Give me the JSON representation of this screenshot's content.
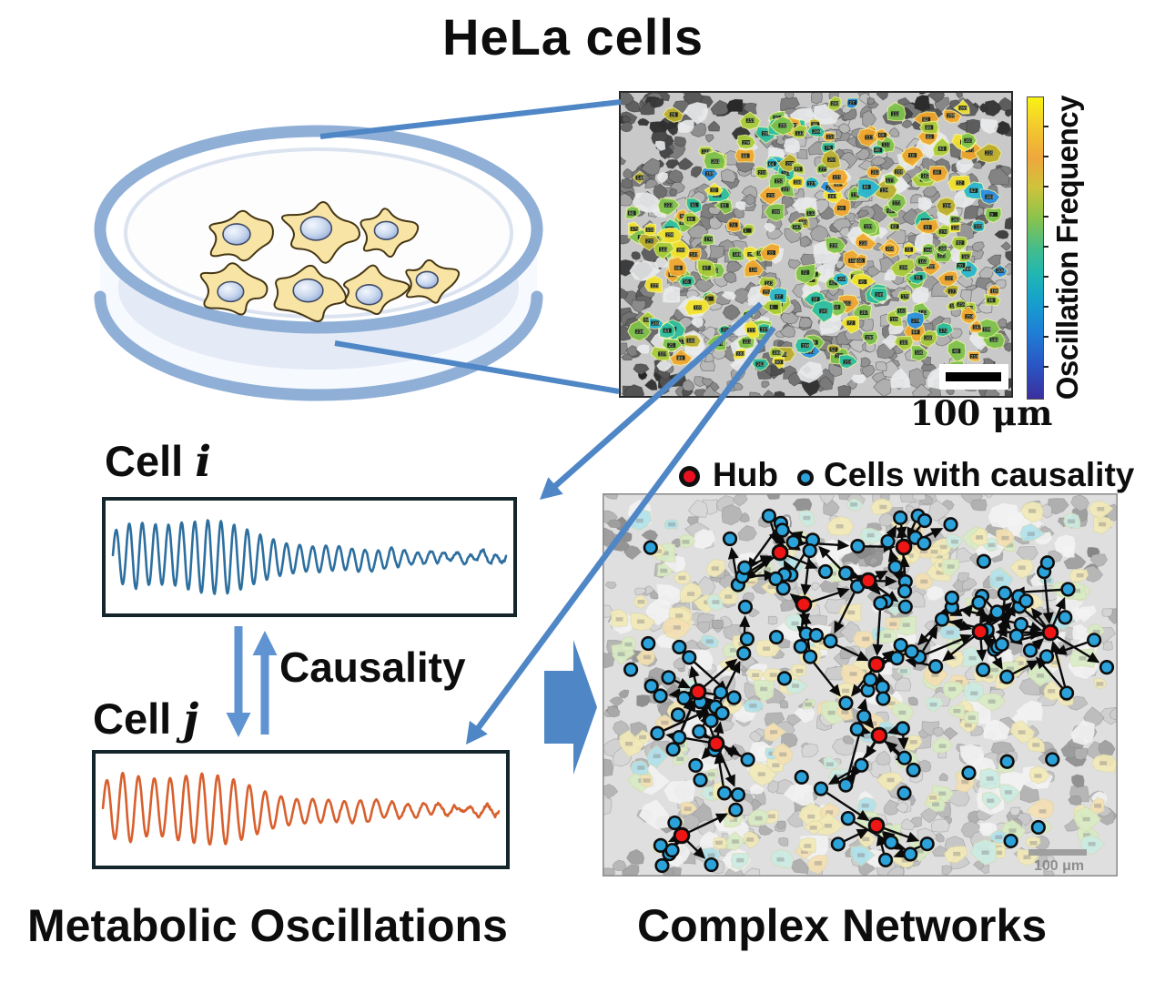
{
  "figure": {
    "title": "HeLa cells"
  },
  "micrograph_panel": {
    "scale_label": "100 μm",
    "colorbar_label": "Oscillation Frequency",
    "cell_palette": [
      "#7dc24b",
      "#a8cb3a",
      "#f2e12c",
      "#f0a72e",
      "#2cbfa0",
      "#29b7d0",
      "#2a8fe0",
      "#bcae2e"
    ]
  },
  "oscillation_panel": {
    "cell_i_word": "Cell",
    "cell_i_letter": "i",
    "cell_j_word": "Cell",
    "cell_j_letter": "j",
    "causality_label": "Causality",
    "caption": "Metabolic Oscillations",
    "wave_i_color": "#2d6f9f",
    "wave_j_color": "#d8602e",
    "wave_i_cycles": 30,
    "wave_j_cycles": 25
  },
  "network_panel": {
    "caption": "Complex Networks",
    "scale_label": "100 μm",
    "legend": {
      "hub_label": "Hub",
      "hub_color": "#ea1020",
      "cells_label": "Cells with causality",
      "cells_color": "#2ba3da"
    },
    "node_color": "#2ba3da",
    "hub_color": "#ee1515",
    "edge_color": "#0a0a0a",
    "hubs": [
      [
        195,
        65
      ],
      [
        292,
        96
      ],
      [
        331,
        59
      ],
      [
        221,
        122
      ],
      [
        415,
        152
      ],
      [
        301,
        188
      ],
      [
        105,
        218
      ],
      [
        125,
        275
      ],
      [
        304,
        266
      ],
      [
        301,
        365
      ],
      [
        87,
        376
      ],
      [
        492,
        153
      ]
    ],
    "free_node_count": 38,
    "chain_edge_count": 42
  },
  "style": {
    "connector_blue": "#4e86c6",
    "causality_arrow_blue": "#5f93d2",
    "box_border": "#14262c",
    "dish_blue": "#8fafd6",
    "dish_cell_fill": "#f8e5a6",
    "colorbar_stops": [
      [
        "#f9f116",
        0
      ],
      [
        "#f3c92e",
        10
      ],
      [
        "#efa73c",
        20
      ],
      [
        "#cfc33c",
        30
      ],
      [
        "#8bc34b",
        40
      ],
      [
        "#46bd8a",
        50
      ],
      [
        "#23b7b0",
        58
      ],
      [
        "#16a2cc",
        67
      ],
      [
        "#1f7fd6",
        78
      ],
      [
        "#2a55c4",
        89
      ],
      [
        "#3b2f9e",
        100
      ]
    ]
  }
}
